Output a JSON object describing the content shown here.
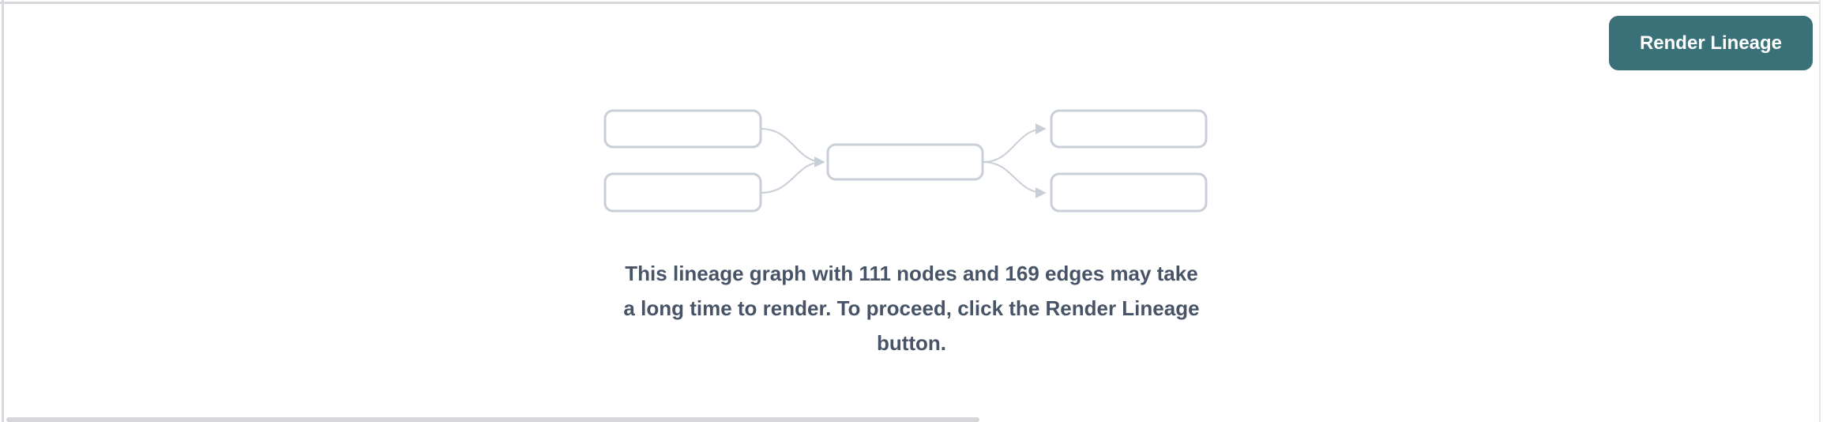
{
  "toolbar": {
    "render_lineage_label": "Render Lineage"
  },
  "empty_state": {
    "message": "This lineage graph with 111 nodes and 169 edges may take a long time to render. To proceed, click the Render Lineage button.",
    "lines": [
      "This lineage graph with 111 nodes and 169 edges may take",
      "a long time to render. To proceed, click the Render Lineage",
      "button."
    ],
    "node_count": 111,
    "edge_count": 169,
    "graphic": "lineage-graph-placeholder"
  },
  "colors": {
    "accent_teal": "#3A7178",
    "button_text": "#FFFFFF",
    "message_text": "#475467",
    "diagram_stroke": "#C9CFD8",
    "panel_border": "#D9D9DD",
    "scrollbar_thumb": "#D7D7D9"
  }
}
